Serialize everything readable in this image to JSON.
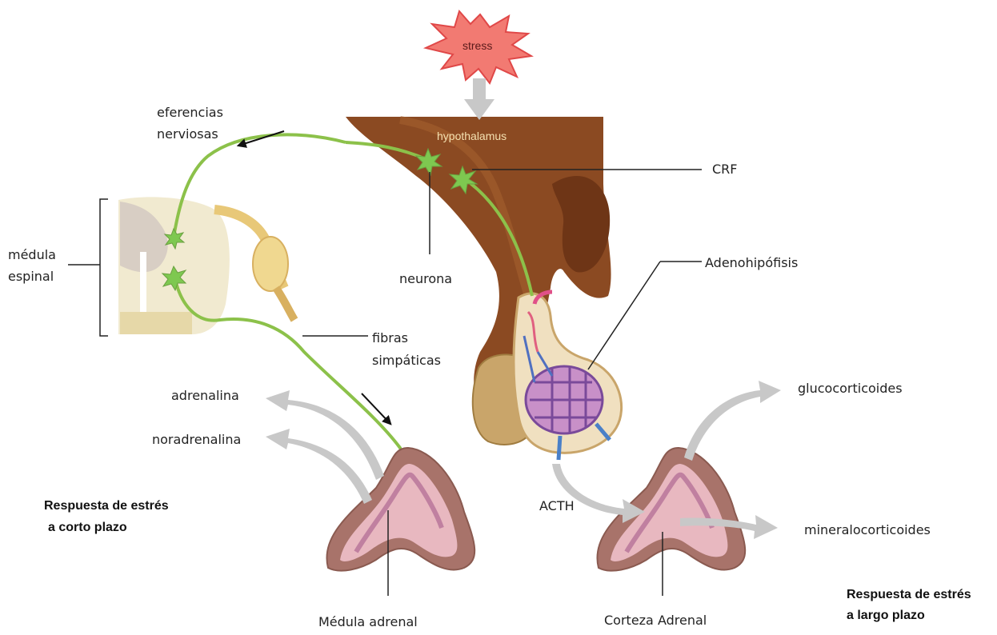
{
  "labels": {
    "stress": "stress",
    "hypothalamus": "hypothalamus",
    "eferencias_line1": "eferencias",
    "eferencias_line2": "nerviosas",
    "crf": "CRF",
    "medula_espinal_line1": "médula",
    "medula_espinal_line2": "espinal",
    "neurona": "neurona",
    "adenohipofisis": "Adenohipófisis",
    "fibras_line1": "fibras",
    "fibras_line2": "simpáticas",
    "adrenalina": "adrenalina",
    "noradrenalina": "noradrenalina",
    "glucocorticoides": "glucocorticoides",
    "acth": "ACTH",
    "mineralocorticoides": "mineralocorticoides",
    "corto_line1": "Respuesta de estrés",
    "corto_line2": "a corto plazo",
    "largo_line1": "Respuesta de estrés",
    "largo_line2": "a largo plazo",
    "medula_adrenal": "Médula adrenal",
    "corteza_adrenal": "Corteza Adrenal"
  },
  "colors": {
    "hypothalamus": "#8b4a22",
    "hypothalamus_dark": "#6e3516",
    "pituitary": "#c9a56a",
    "nerve": "#8cc14a",
    "neuron": "#7ec850",
    "stress_burst": "#f27a72",
    "arrow_gray": "#c8c8c8",
    "gland_outer": "#a8736a",
    "gland_inner": "#e8b8c0",
    "capillary": "#6a6ab0"
  }
}
